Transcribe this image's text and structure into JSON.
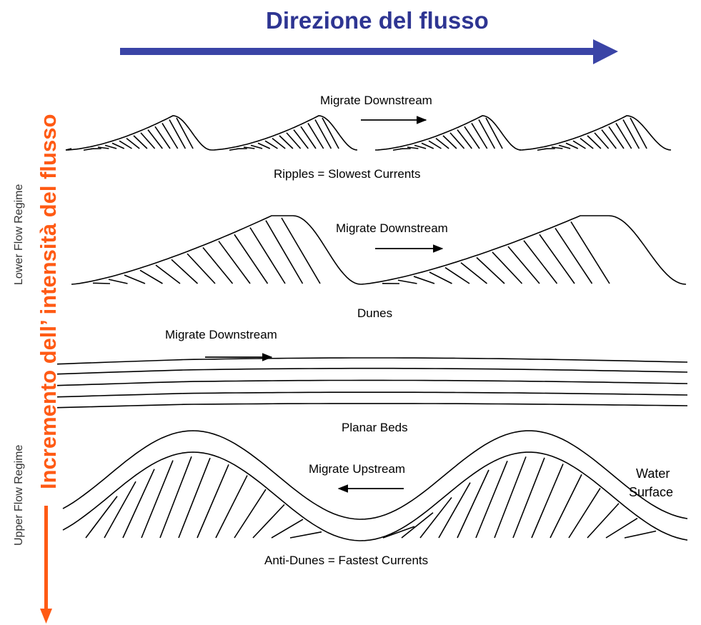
{
  "header": {
    "flow_direction_title": "Direzione del flusso",
    "vertical_axis_label": "Incremento dell’ intensità del flusso"
  },
  "regimes": {
    "lower": "Lower Flow Regime",
    "upper": "Upper Flow Regime"
  },
  "panels": {
    "ripples": {
      "migration": "Migrate Downstream",
      "caption": "Ripples = Slowest Currents"
    },
    "dunes": {
      "migration": "Migrate Downstream",
      "caption": "Dunes"
    },
    "planar": {
      "migration": "Migrate Downstream",
      "caption": "Planar Beds"
    },
    "antidunes": {
      "migration": "Migrate Upstream",
      "caption": "Anti-Dunes = Fastest Currents",
      "water_line1": "Water",
      "water_line2": "Surface"
    }
  },
  "colors": {
    "title_blue": "#2e3592",
    "arrow_blue": "#3a44a6",
    "intensity_orange": "#ff5a14",
    "line_black": "#000000"
  }
}
